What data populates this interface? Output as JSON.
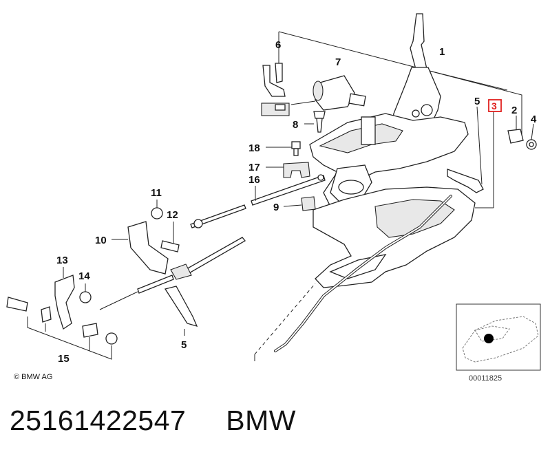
{
  "diagram": {
    "callouts": [
      "1",
      "2",
      "3",
      "4",
      "5",
      "6",
      "7",
      "8",
      "9",
      "10",
      "11",
      "12",
      "13",
      "14",
      "15",
      "16",
      "17",
      "18",
      "5"
    ],
    "highlighted_callout": "3",
    "highlight_color": "#e0201e",
    "copyright": "© BMW AG",
    "reference_number": "00011825"
  },
  "caption": {
    "part_number": "25161422547",
    "brand": "BMW"
  }
}
